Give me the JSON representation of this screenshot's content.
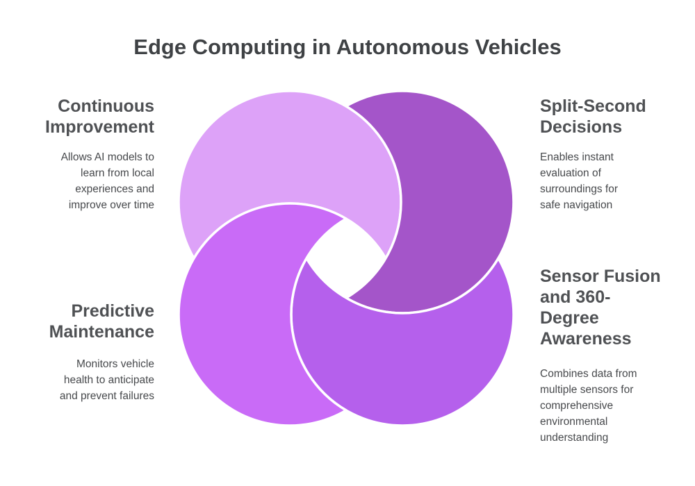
{
  "title": "Edge Computing in Autonomous Vehicles",
  "sections": [
    {
      "id": "continuous-improvement",
      "heading": "Continuous Improvement",
      "heading_lines": [
        "Continuous",
        "Improvement"
      ],
      "body": "Allows AI models to learn from local experiences and improve over time",
      "body_lines": [
        "Allows AI models to",
        "learn from local",
        "experiences and",
        "improve over time"
      ],
      "ring_position": "top-left"
    },
    {
      "id": "split-second-decisions",
      "heading": "Split-Second Decisions",
      "heading_lines": [
        "Split-Second",
        "Decisions"
      ],
      "body": "Enables instant evaluation of surroundings for safe navigation",
      "body_lines": [
        "Enables instant",
        "evaluation of",
        "surroundings for",
        "safe navigation"
      ],
      "ring_position": "top-right"
    },
    {
      "id": "predictive-maintenance",
      "heading": "Predictive Maintenance",
      "heading_lines": [
        "Predictive",
        "Maintenance"
      ],
      "body": "Monitors vehicle health to anticipate and prevent failures",
      "body_lines": [
        "Monitors vehicle",
        "health to anticipate",
        "and prevent failures"
      ],
      "ring_position": "bottom-left"
    },
    {
      "id": "sensor-fusion-awareness",
      "heading": "Sensor Fusion and 360-Degree Awareness",
      "heading_lines": [
        "Sensor Fusion",
        "and 360-",
        "Degree",
        "Awareness"
      ],
      "body": "Combines data from multiple sensors for comprehensive environmental understanding",
      "body_lines": [
        "Combines data from",
        "multiple sensors for",
        "comprehensive",
        "environmental",
        "understanding"
      ],
      "ring_position": "bottom-right"
    }
  ],
  "graphic": {
    "rings": [
      {
        "position": "top-left",
        "section": "Continuous Improvement",
        "color": "#dda2f8"
      },
      {
        "position": "top-right",
        "section": "Split-Second Decisions",
        "color": "#a455c9"
      },
      {
        "position": "bottom-right",
        "section": "Sensor Fusion and 360-Degree Awareness",
        "color": "#b560ec"
      },
      {
        "position": "bottom-left",
        "section": "Predictive Maintenance",
        "color": "#c96bf7"
      }
    ],
    "outline_color": "#ffffff"
  },
  "colors": {
    "background": "#ffffff",
    "title": "#3f4245",
    "heading": "#4f5154",
    "body": "#47494c"
  }
}
